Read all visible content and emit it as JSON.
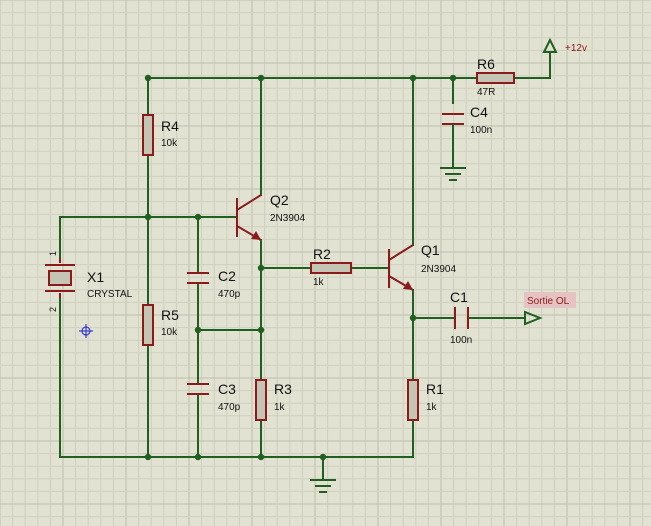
{
  "components": {
    "R4": {
      "ref": "R4",
      "value": "10k"
    },
    "R5": {
      "ref": "R5",
      "value": "10k"
    },
    "R3": {
      "ref": "R3",
      "value": "1k"
    },
    "R2": {
      "ref": "R2",
      "value": "1k"
    },
    "R1": {
      "ref": "R1",
      "value": "1k"
    },
    "R6": {
      "ref": "R6",
      "value": "47R"
    },
    "C1": {
      "ref": "C1",
      "value": "100n"
    },
    "C2": {
      "ref": "C2",
      "value": "470p"
    },
    "C3": {
      "ref": "C3",
      "value": "470p"
    },
    "C4": {
      "ref": "C4",
      "value": "100n"
    },
    "Q1": {
      "ref": "Q1",
      "value": "2N3904"
    },
    "Q2": {
      "ref": "Q2",
      "value": "2N3904"
    },
    "X1": {
      "ref": "X1",
      "value": "CRYSTAL",
      "pin1": "1",
      "pin2": "2"
    }
  },
  "power": {
    "label": "+12v"
  },
  "output": {
    "label": "Sortie OL"
  },
  "colors": {
    "background": "#e2e2d3",
    "grid_minor": "#cfcfbf",
    "grid_major": "#bdbdac",
    "wire": "#1f5f1f",
    "component": "#8b1a1a",
    "label_fill": "#e6c3c3"
  }
}
